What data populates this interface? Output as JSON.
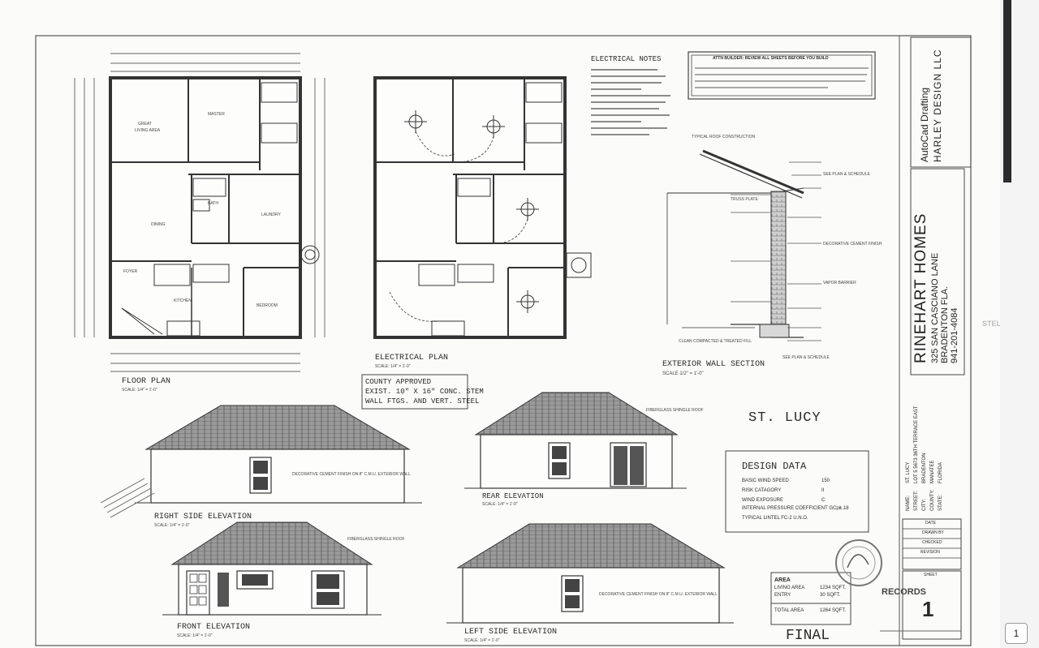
{
  "floor_plan": {
    "title": "FLOOR PLAN",
    "scale": "SCALE: 1/4\" = 1'-0\"",
    "rooms": [
      "GREAT",
      "LIVING AREA",
      "MASTER",
      "BATH",
      "FOYER",
      "KITCHEN",
      "BEDROOM",
      "DINING",
      "LAUNDRY"
    ]
  },
  "electrical_plan": {
    "title": "ELECTRICAL PLAN",
    "scale": "SCALE: 1/4\" = 1'-0\""
  },
  "electrical_notes": {
    "title": "ELECTRICAL NOTES"
  },
  "builder_note": "ATTN BUILDER: REVIEW ALL SHEETS BEFORE YOU BUILD",
  "county_note": {
    "line1": "COUNTY APPROVED",
    "line2": "EXIST. 10\" X 16\" CONC. STEM",
    "line3": "WALL FTGS. AND VERT. STEEL"
  },
  "wall_section": {
    "title": "EXTERIOR WALL SECTION",
    "scale": "SCALE     1/2\" = 1'-0\"",
    "callouts": [
      "TYPICAL ROOF CONSTRUCTION",
      "SEE PLAN & SCHEDULE",
      "TRUSS PLATE",
      "DECORATIVE CEMENT FINISH",
      "VAPOR BARRIER",
      "CLEAN COMPACTED & TREATED FILL",
      "SEE PLAN & SCHEDULE"
    ]
  },
  "plan_name": "ST. LUCY",
  "elevations": {
    "right": "RIGHT SIDE ELEVATION",
    "rear": "REAR ELEVATION",
    "front": "FRONT ELEVATION",
    "left": "LEFT SIDE ELEVATION",
    "scale": "SCALE: 1/4\" = 1'-0\"",
    "roof_note": "FIBERGLASS SHINGLE ROOF",
    "finish_note": "DECORATIVE CEMENT FINISH ON 8\" C.M.U. EXTERIOR WALL"
  },
  "design_data": {
    "title": "DESIGN DATA",
    "rows": [
      {
        "label": "BASIC WIND SPEED",
        "value": "150"
      },
      {
        "label": "RISK CATAGORY",
        "value": "II"
      },
      {
        "label": "WIND EXPOSURE",
        "value": "C"
      },
      {
        "label": "INTERNAL PRESSURE COEFFICIENT GCpi",
        "value": "±.18"
      },
      {
        "label": "TYPICAL LINTEL FC-2 U.N.O.",
        "value": ""
      }
    ]
  },
  "area": {
    "title": "AREA",
    "rows": [
      {
        "label": "LIVING AREA",
        "value": "1234 SQFT."
      },
      {
        "label": "ENTRY",
        "value": "30 SQFT."
      },
      {
        "label": "TOTAL AREA",
        "value": "1264 SQFT."
      }
    ]
  },
  "final_label": "FINAL",
  "records_label": "RECORDS",
  "sheet_number": "1",
  "title_block": {
    "company": "AutoCad Drafting",
    "company2": "HARLEY DESIGN LLC",
    "client": "RINEHART HOMES",
    "address1": "325 SAN CASCIANO LANE",
    "address2": "BRADENTON FLA.",
    "phone": "941-201-4084",
    "project_name": "ST. LUCY",
    "project_labels": [
      "NAME:",
      "STREET:",
      "CITY:",
      "COUNTY:",
      "STATE:"
    ],
    "project_values": [
      "ST. LUCY",
      "LOT 5 5673 36TH TERRACE EAST",
      "BRADENTON",
      "MANATEE",
      "FLORIDA"
    ],
    "date_labels": [
      "DATE",
      "DRAWN BY",
      "CHECKED",
      "REVISION",
      "SHEET"
    ]
  },
  "watermark": "STELLAR MLS",
  "page_badge": "1"
}
